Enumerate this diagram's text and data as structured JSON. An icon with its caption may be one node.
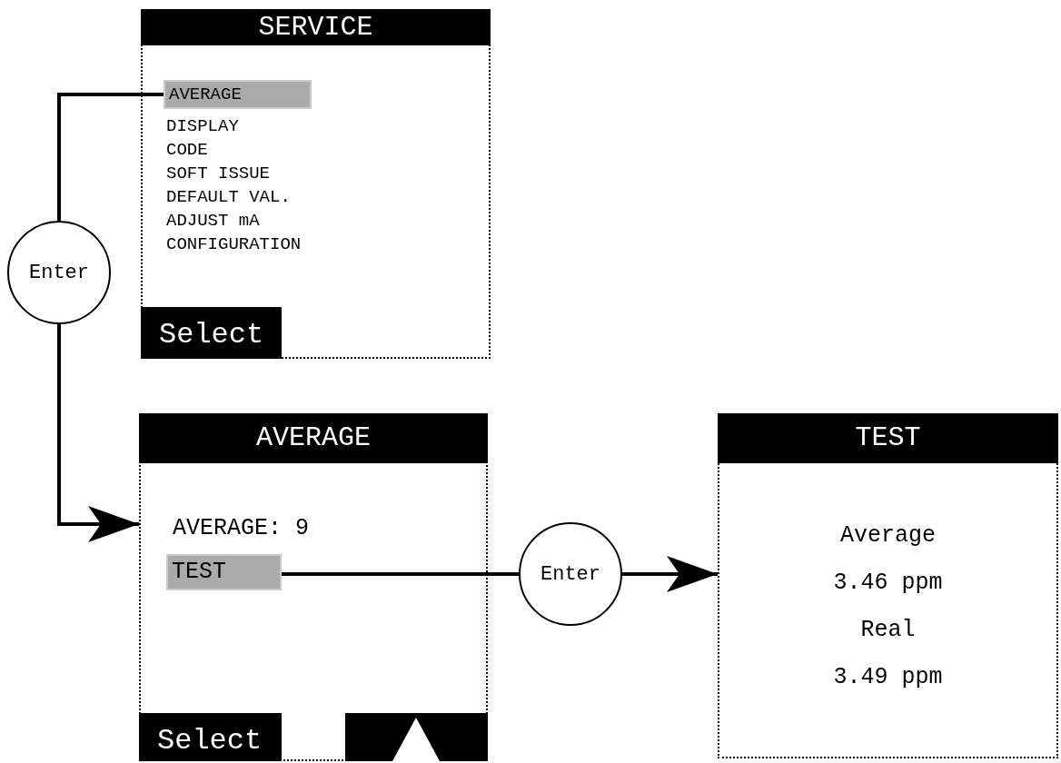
{
  "diagram": {
    "nodes": [
      {
        "text": [
          "SERVICE"
        ]
      },
      {
        "text": [
          "AVERAGE"
        ],
        "in": 0
      },
      {
        "text": [
          "Select"
        ],
        "in": 0
      },
      {
        "text": [
          "Enter"
        ]
      },
      {
        "text": [
          "AVERAGE"
        ]
      },
      {
        "text": [
          "TEST"
        ],
        "in": 4
      },
      {
        "text": [
          "Select"
        ],
        "in": 4
      },
      {
        "text": [],
        "shape": "box",
        "in": 4
      },
      {
        "text": [
          "Enter"
        ]
      },
      {
        "text": [
          "TEST",
          "Average",
          "3.46 ppm",
          "Real",
          "3.49 ppm"
        ]
      }
    ],
    "edges": [
      {
        "from": 1,
        "to": 3,
        "arrow": "none"
      },
      {
        "from": 3,
        "to": 4,
        "arrow": "to"
      },
      {
        "from": 5,
        "to": 8,
        "arrow": "none"
      },
      {
        "from": 8,
        "to": 9,
        "arrow": "to"
      }
    ],
    "labels": [
      "DISPLAY",
      "CODE",
      "SOFT ISSUE",
      "DEFAULT VAL.",
      "ADJUST mA",
      "CONFIGURATION",
      "AVERAGE: 9"
    ]
  }
}
